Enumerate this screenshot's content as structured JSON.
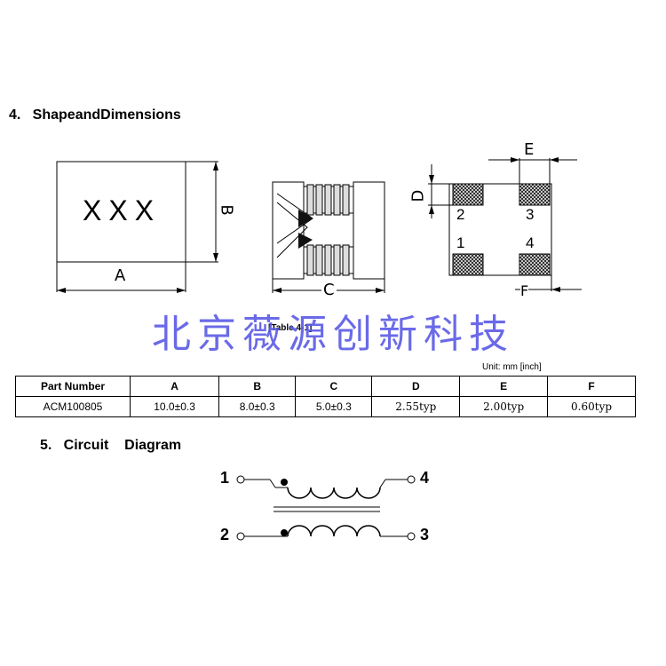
{
  "section4": {
    "title": "4.   ShapeandDimensions"
  },
  "drawing": {
    "marking": "XXX",
    "dim_a": "A",
    "dim_b": "B",
    "dim_c": "C",
    "dim_d": "D",
    "dim_e": "E",
    "dim_f": "F",
    "pins": [
      "1",
      "2",
      "3",
      "4"
    ]
  },
  "watermark": "北京薇源创新科技",
  "table": {
    "caption": "[Table 4-1]",
    "unit": "Unit: mm [inch]",
    "headers": [
      "Part Number",
      "A",
      "B",
      "C",
      "D",
      "E",
      "F"
    ],
    "rows": [
      [
        "ACM100805",
        "10.0±0.3",
        "8.0±0.3",
        "5.0±0.3",
        "2.55typ",
        "2.00typ",
        "0.60typ"
      ]
    ]
  },
  "section5": {
    "title": "5.   Circuit    Diagram"
  },
  "circuit": {
    "pins": [
      "1",
      "2",
      "3",
      "4"
    ]
  }
}
